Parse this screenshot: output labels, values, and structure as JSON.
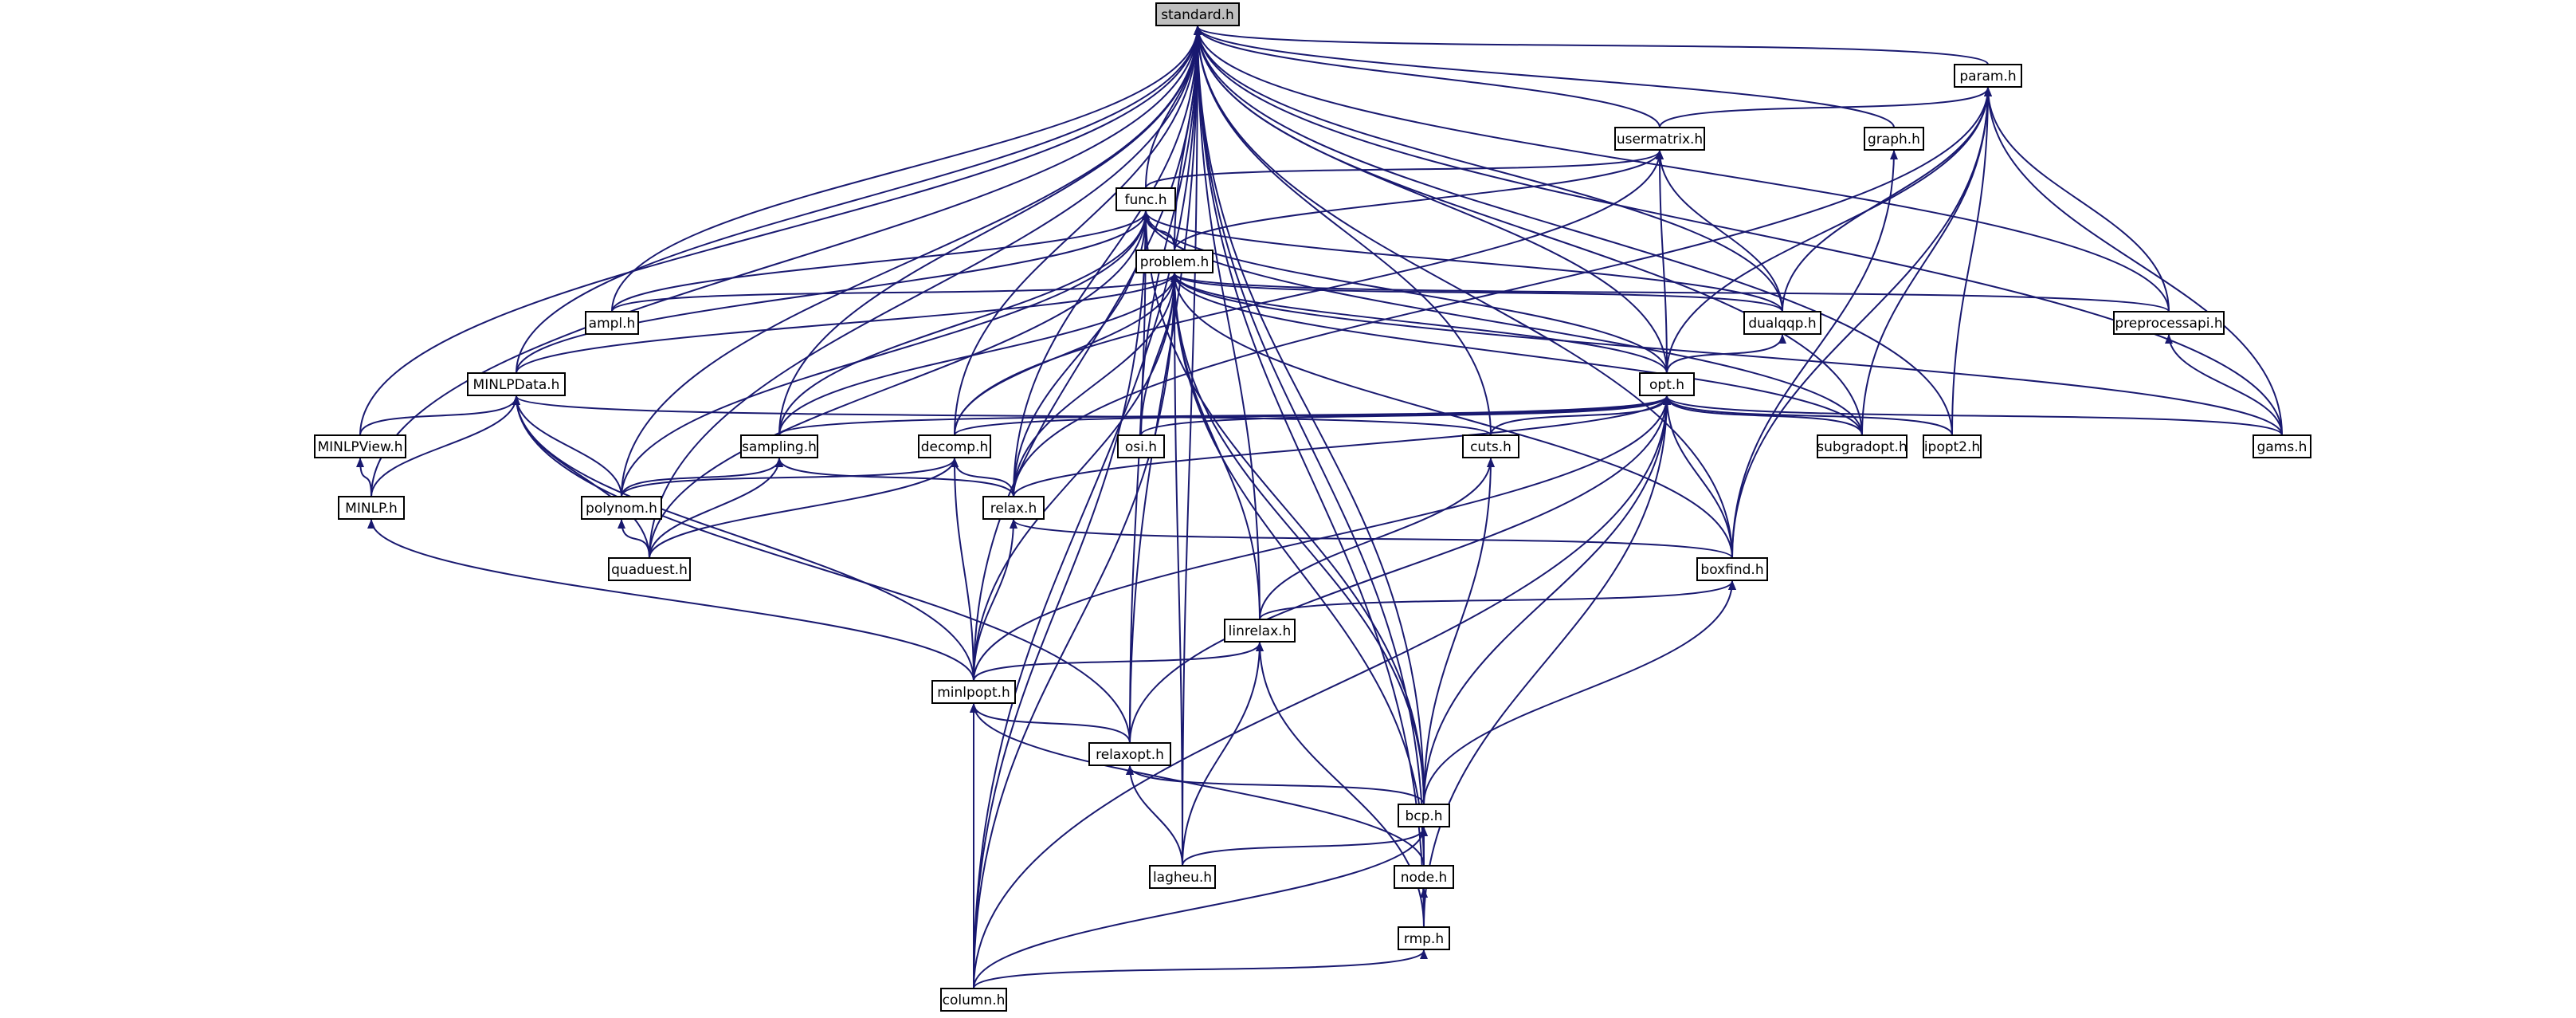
{
  "diagram": {
    "nodes": [
      {
        "id": "standard",
        "label": "standard.h",
        "root": true
      },
      {
        "id": "param",
        "label": "param.h"
      },
      {
        "id": "usermatrix",
        "label": "usermatrix.h"
      },
      {
        "id": "graph",
        "label": "graph.h"
      },
      {
        "id": "func",
        "label": "func.h"
      },
      {
        "id": "problem",
        "label": "problem.h"
      },
      {
        "id": "ampl",
        "label": "ampl.h"
      },
      {
        "id": "dualqqp",
        "label": "dualqqp.h"
      },
      {
        "id": "preprocessapi",
        "label": "preprocessapi.h"
      },
      {
        "id": "minlpdata",
        "label": "MINLPData.h"
      },
      {
        "id": "opt",
        "label": "opt.h"
      },
      {
        "id": "minlpview",
        "label": "MINLPView.h"
      },
      {
        "id": "sampling",
        "label": "sampling.h"
      },
      {
        "id": "decomp",
        "label": "decomp.h"
      },
      {
        "id": "osi",
        "label": "osi.h"
      },
      {
        "id": "cuts",
        "label": "cuts.h"
      },
      {
        "id": "subgradopt",
        "label": "subgradopt.h"
      },
      {
        "id": "ipopt2",
        "label": "ipopt2.h"
      },
      {
        "id": "gams",
        "label": "gams.h"
      },
      {
        "id": "minlp",
        "label": "MINLP.h"
      },
      {
        "id": "polynom",
        "label": "polynom.h"
      },
      {
        "id": "relax",
        "label": "relax.h"
      },
      {
        "id": "quaduest",
        "label": "quaduest.h"
      },
      {
        "id": "boxfind",
        "label": "boxfind.h"
      },
      {
        "id": "linrelax",
        "label": "linrelax.h"
      },
      {
        "id": "minlpopt",
        "label": "minlpopt.h"
      },
      {
        "id": "relaxopt",
        "label": "relaxopt.h"
      },
      {
        "id": "bcp",
        "label": "bcp.h"
      },
      {
        "id": "lagheu",
        "label": "lagheu.h"
      },
      {
        "id": "node",
        "label": "node.h"
      },
      {
        "id": "rmp",
        "label": "rmp.h"
      },
      {
        "id": "column",
        "label": "column.h"
      }
    ],
    "edges": [
      [
        "param",
        "standard"
      ],
      [
        "usermatrix",
        "standard"
      ],
      [
        "graph",
        "standard"
      ],
      [
        "func",
        "standard"
      ],
      [
        "problem",
        "standard"
      ],
      [
        "ampl",
        "standard"
      ],
      [
        "dualqqp",
        "standard"
      ],
      [
        "preprocessapi",
        "standard"
      ],
      [
        "minlpdata",
        "standard"
      ],
      [
        "opt",
        "standard"
      ],
      [
        "minlpview",
        "standard"
      ],
      [
        "sampling",
        "standard"
      ],
      [
        "decomp",
        "standard"
      ],
      [
        "osi",
        "standard"
      ],
      [
        "cuts",
        "standard"
      ],
      [
        "subgradopt",
        "standard"
      ],
      [
        "ipopt2",
        "standard"
      ],
      [
        "gams",
        "standard"
      ],
      [
        "minlp",
        "standard"
      ],
      [
        "polynom",
        "standard"
      ],
      [
        "relax",
        "standard"
      ],
      [
        "quaduest",
        "standard"
      ],
      [
        "boxfind",
        "standard"
      ],
      [
        "linrelax",
        "standard"
      ],
      [
        "minlpopt",
        "standard"
      ],
      [
        "relaxopt",
        "standard"
      ],
      [
        "bcp",
        "standard"
      ],
      [
        "lagheu",
        "standard"
      ],
      [
        "node",
        "standard"
      ],
      [
        "rmp",
        "standard"
      ],
      [
        "column",
        "standard"
      ],
      [
        "usermatrix",
        "param"
      ],
      [
        "dualqqp",
        "param"
      ],
      [
        "preprocessapi",
        "param"
      ],
      [
        "opt",
        "param"
      ],
      [
        "subgradopt",
        "param"
      ],
      [
        "ipopt2",
        "param"
      ],
      [
        "gams",
        "param"
      ],
      [
        "boxfind",
        "param"
      ],
      [
        "relax",
        "param"
      ],
      [
        "func",
        "usermatrix"
      ],
      [
        "problem",
        "usermatrix"
      ],
      [
        "dualqqp",
        "usermatrix"
      ],
      [
        "opt",
        "usermatrix"
      ],
      [
        "decomp",
        "usermatrix"
      ],
      [
        "boxfind",
        "graph"
      ],
      [
        "problem",
        "func"
      ],
      [
        "ampl",
        "func"
      ],
      [
        "dualqqp",
        "func"
      ],
      [
        "minlpdata",
        "func"
      ],
      [
        "opt",
        "func"
      ],
      [
        "sampling",
        "func"
      ],
      [
        "polynom",
        "func"
      ],
      [
        "relax",
        "func"
      ],
      [
        "quaduest",
        "func"
      ],
      [
        "bcp",
        "func"
      ],
      [
        "relaxopt",
        "func"
      ],
      [
        "column",
        "func"
      ],
      [
        "subgradopt",
        "func"
      ],
      [
        "ampl",
        "problem"
      ],
      [
        "dualqqp",
        "problem"
      ],
      [
        "preprocessapi",
        "problem"
      ],
      [
        "minlpdata",
        "problem"
      ],
      [
        "opt",
        "problem"
      ],
      [
        "sampling",
        "problem"
      ],
      [
        "decomp",
        "problem"
      ],
      [
        "osi",
        "problem"
      ],
      [
        "relax",
        "problem"
      ],
      [
        "gams",
        "problem"
      ],
      [
        "subgradopt",
        "problem"
      ],
      [
        "boxfind",
        "problem"
      ],
      [
        "linrelax",
        "problem"
      ],
      [
        "minlpopt",
        "problem"
      ],
      [
        "bcp",
        "problem"
      ],
      [
        "lagheu",
        "problem"
      ],
      [
        "node",
        "problem"
      ],
      [
        "column",
        "problem"
      ],
      [
        "opt",
        "dualqqp"
      ],
      [
        "gams",
        "preprocessapi"
      ],
      [
        "minlpview",
        "minlpdata"
      ],
      [
        "minlp",
        "minlpdata"
      ],
      [
        "polynom",
        "minlpdata"
      ],
      [
        "quaduest",
        "minlpdata"
      ],
      [
        "minlpopt",
        "minlpdata"
      ],
      [
        "relaxopt",
        "minlpdata"
      ],
      [
        "cuts",
        "minlpdata"
      ],
      [
        "sampling",
        "opt"
      ],
      [
        "decomp",
        "opt"
      ],
      [
        "osi",
        "opt"
      ],
      [
        "cuts",
        "opt"
      ],
      [
        "subgradopt",
        "opt"
      ],
      [
        "ipopt2",
        "opt"
      ],
      [
        "gams",
        "opt"
      ],
      [
        "relax",
        "opt"
      ],
      [
        "boxfind",
        "opt"
      ],
      [
        "minlpopt",
        "opt"
      ],
      [
        "relaxopt",
        "opt"
      ],
      [
        "bcp",
        "opt"
      ],
      [
        "rmp",
        "opt"
      ],
      [
        "column",
        "opt"
      ],
      [
        "minlp",
        "minlpview"
      ],
      [
        "polynom",
        "sampling"
      ],
      [
        "quaduest",
        "sampling"
      ],
      [
        "relax",
        "sampling"
      ],
      [
        "polynom",
        "decomp"
      ],
      [
        "quaduest",
        "decomp"
      ],
      [
        "relax",
        "decomp"
      ],
      [
        "minlpopt",
        "decomp"
      ],
      [
        "linrelax",
        "cuts"
      ],
      [
        "bcp",
        "cuts"
      ],
      [
        "minlpopt",
        "minlp"
      ],
      [
        "quaduest",
        "polynom"
      ],
      [
        "minlpopt",
        "relax"
      ],
      [
        "boxfind",
        "relax"
      ],
      [
        "linrelax",
        "boxfind"
      ],
      [
        "bcp",
        "boxfind"
      ],
      [
        "minlpopt",
        "linrelax"
      ],
      [
        "lagheu",
        "linrelax"
      ],
      [
        "rmp",
        "linrelax"
      ],
      [
        "relaxopt",
        "minlpopt"
      ],
      [
        "node",
        "minlpopt"
      ],
      [
        "column",
        "minlpopt"
      ],
      [
        "bcp",
        "relaxopt"
      ],
      [
        "lagheu",
        "relaxopt"
      ],
      [
        "lagheu",
        "bcp"
      ],
      [
        "node",
        "bcp"
      ],
      [
        "column",
        "bcp"
      ],
      [
        "bcp",
        "node"
      ],
      [
        "rmp",
        "node"
      ],
      [
        "column",
        "rmp"
      ]
    ]
  }
}
